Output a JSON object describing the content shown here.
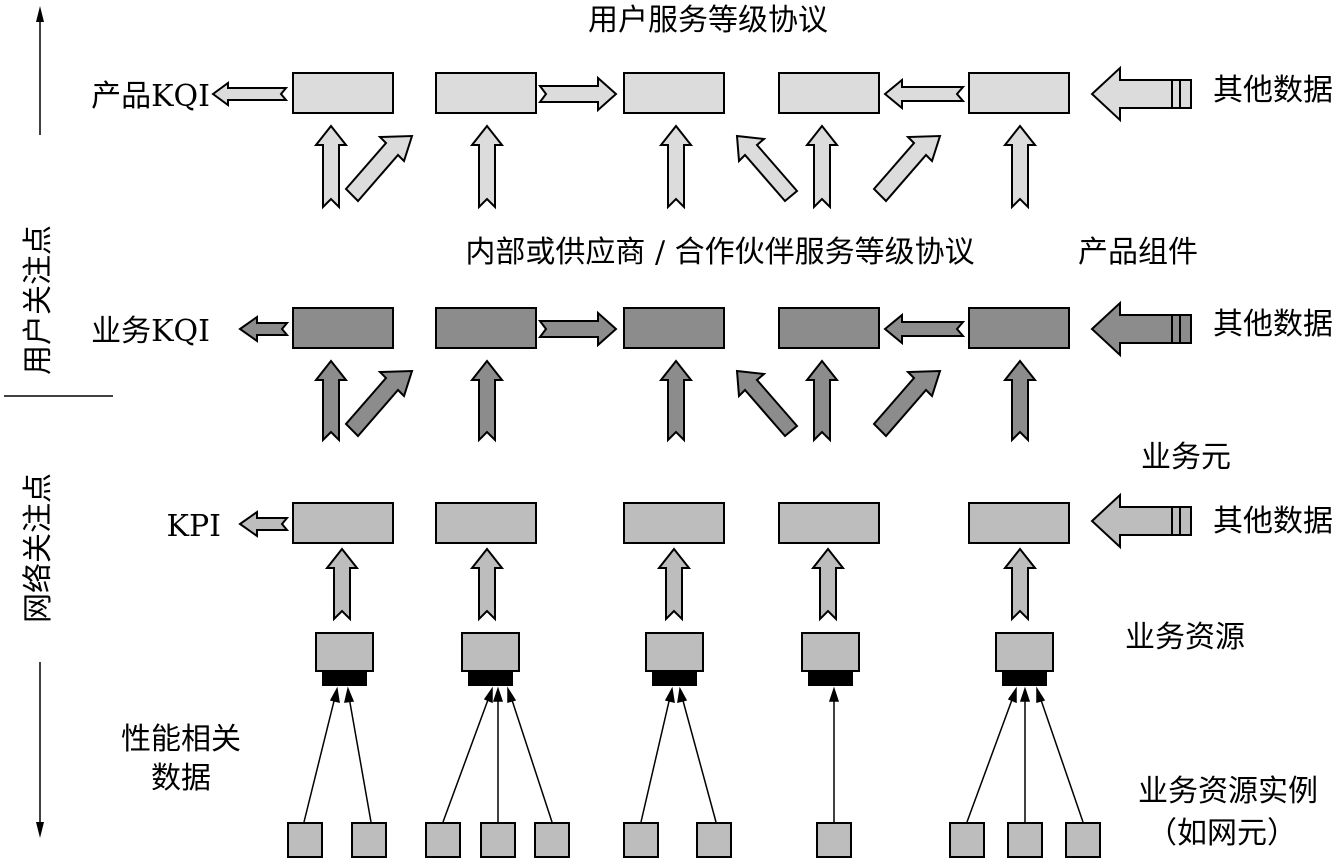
{
  "labels": {
    "top_title": "用户服务等级协议",
    "product_kqi": "产品KQI",
    "service_kqi": "业务KQI",
    "kpi": "KPI",
    "other_data_1": "其他数据",
    "other_data_2": "其他数据",
    "other_data_3": "其他数据",
    "internal_sla": "内部或供应商 / 合作伙伴服务等级协议",
    "product_component": "产品组件",
    "service_element": "业务元",
    "service_resource": "业务资源",
    "perf_data_line1": "性能相关",
    "perf_data_line2": "数据",
    "resource_instance_line1": "业务资源实例",
    "resource_instance_line2": "（如网元）",
    "user_focus": "用户关注点",
    "network_focus": "网络关注点"
  },
  "colors": {
    "product_level": "#dcdcdc",
    "service_level": "#8c8c8c",
    "kpi_level": "#bdbdbd",
    "resource": "#bdbdbd",
    "resource_base": "#000000",
    "stroke": "#000000"
  }
}
